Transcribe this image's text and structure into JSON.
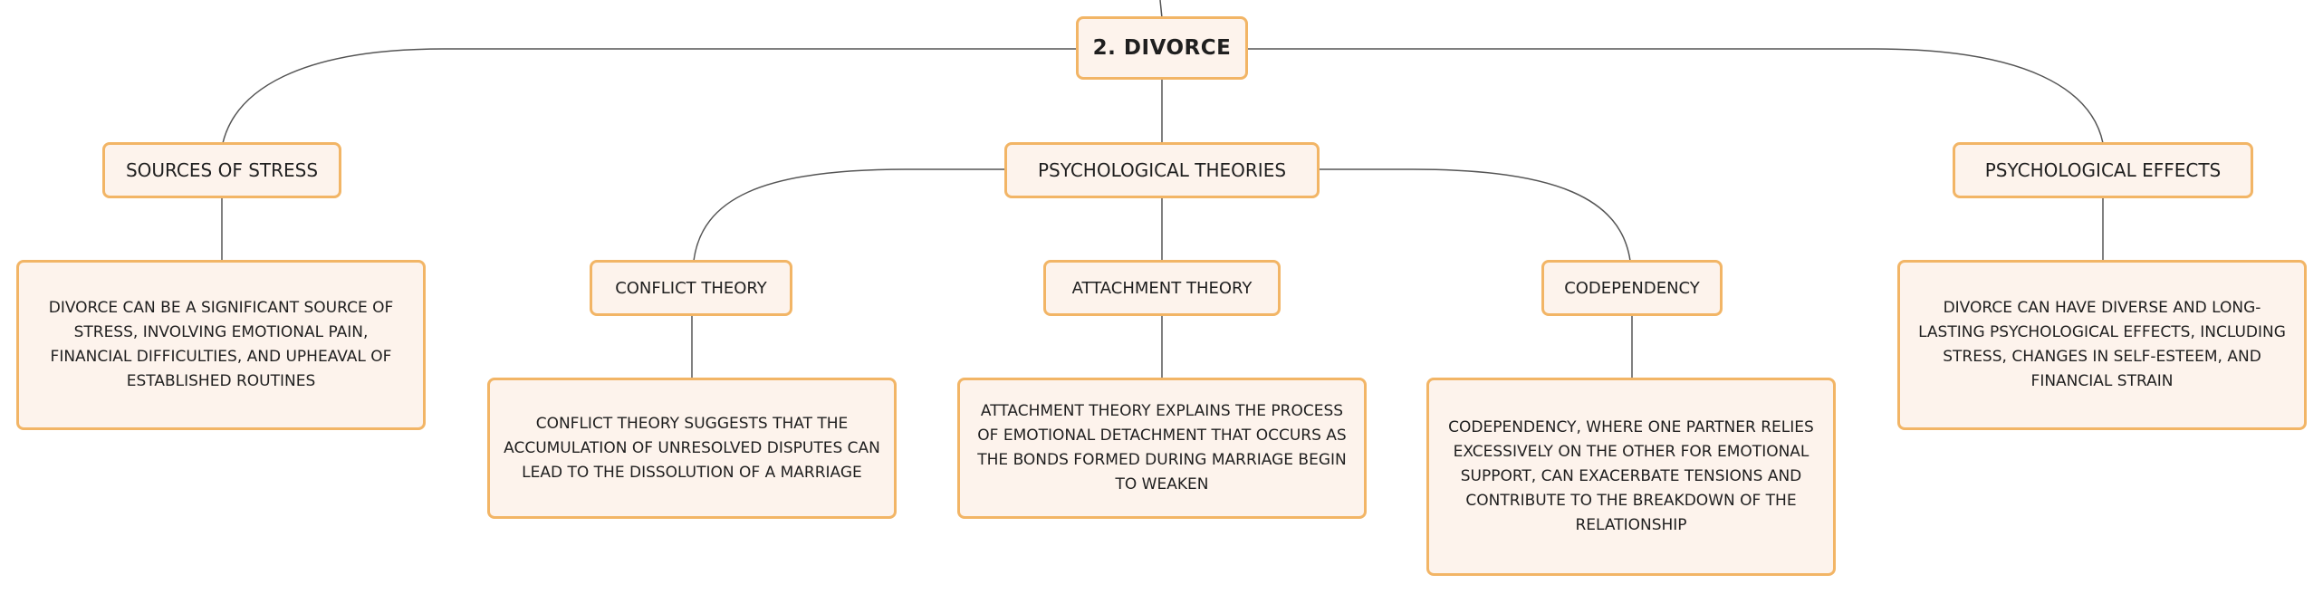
{
  "root": {
    "label": "2. DIVORCE"
  },
  "branches": {
    "stress": {
      "label": "SOURCES OF STRESS",
      "detail": "DIVORCE CAN BE A SIGNIFICANT SOURCE OF STRESS, INVOLVING EMOTIONAL PAIN, FINANCIAL DIFFICULTIES, AND UPHEAVAL OF ESTABLISHED ROUTINES"
    },
    "theories": {
      "label": "PSYCHOLOGICAL THEORIES",
      "children": {
        "conflict": {
          "label": "CONFLICT THEORY",
          "detail": "CONFLICT THEORY SUGGESTS THAT THE ACCUMULATION OF UNRESOLVED DISPUTES CAN LEAD TO THE DISSOLUTION OF A MARRIAGE"
        },
        "attachment": {
          "label": "ATTACHMENT THEORY",
          "detail": "ATTACHMENT THEORY EXPLAINS THE PROCESS OF EMOTIONAL DETACHMENT THAT OCCURS AS THE BONDS FORMED DURING MARRIAGE BEGIN TO WEAKEN"
        },
        "codependency": {
          "label": "CODEPENDENCY",
          "detail": "CODEPENDENCY, WHERE ONE PARTNER RELIES EXCESSIVELY ON THE OTHER FOR EMOTIONAL SUPPORT, CAN EXACERBATE TENSIONS AND CONTRIBUTE TO THE BREAKDOWN OF THE RELATIONSHIP"
        }
      }
    },
    "effects": {
      "label": "PSYCHOLOGICAL EFFECTS",
      "detail": "DIVORCE CAN HAVE DIVERSE AND LONG-LASTING PSYCHOLOGICAL EFFECTS, INCLUDING STRESS, CHANGES IN SELF-ESTEEM, AND FINANCIAL STRAIN"
    }
  },
  "colors": {
    "node_fill": "#fdf3ec",
    "node_border": "#f2b566",
    "connector": "#555555",
    "text": "#1f1f1f"
  }
}
